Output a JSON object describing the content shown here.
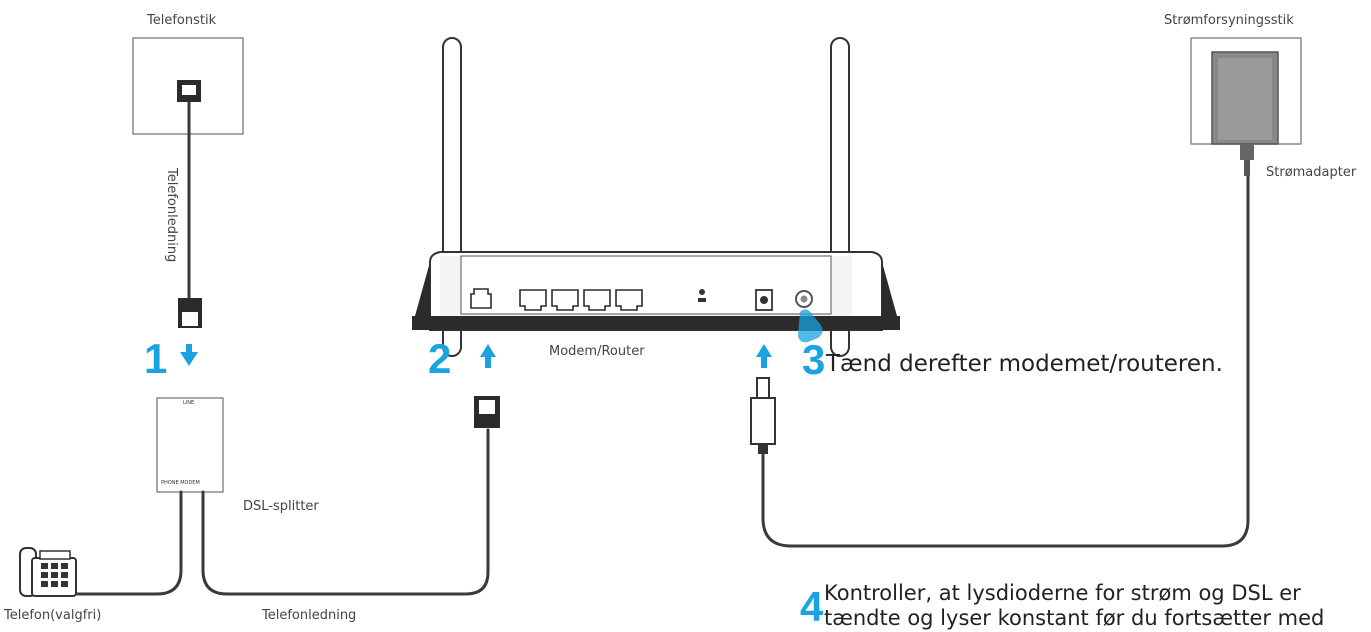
{
  "colors": {
    "accent": "#1aa3e0",
    "cable": "#3a3a3a"
  },
  "labels": {
    "telefonstik": "Telefonstik",
    "telefonledning_top": "Telefonledning",
    "dsl_splitter": "DSL-splitter",
    "splitter_line": "LINE",
    "splitter_phone_modem": "PHONE MODEM",
    "telefon": "Telefon(valgfri)",
    "telefonledning_bottom": "Telefonledning",
    "modem_router": "Modem/Router",
    "stromforsyningsstik": "Strømforsyningsstik",
    "stromadapter": "Strømadapter"
  },
  "steps": {
    "s1": {
      "number": "1"
    },
    "s2": {
      "number": "2"
    },
    "s3": {
      "number": "3",
      "text": "Tænd derefter modemet/routeren."
    },
    "s4": {
      "number": "4",
      "line1": "Kontroller, at lysdioderne for strøm og DSL er",
      "line2": "tændte og lyser konstant før du fortsætter med"
    }
  }
}
